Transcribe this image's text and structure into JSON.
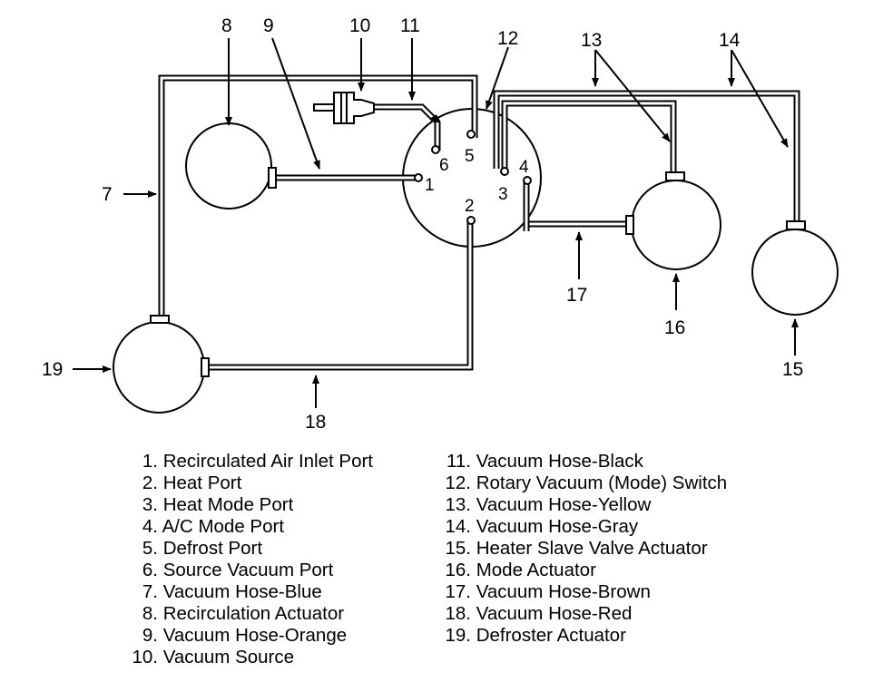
{
  "callouts": {
    "c1": "1",
    "c2": "2",
    "c3": "3",
    "c4": "4",
    "c5": "5",
    "c6": "6",
    "c7": "7",
    "c8": "8",
    "c9": "9",
    "c10": "10",
    "c11": "11",
    "c12": "12",
    "c13": "13",
    "c14": "14",
    "c15": "15",
    "c16": "16",
    "c17": "17",
    "c18": "18",
    "c19": "19"
  },
  "legend": [
    {
      "num": "1.",
      "text": "Recirculated Air Inlet Port"
    },
    {
      "num": "2.",
      "text": "Heat Port"
    },
    {
      "num": "3.",
      "text": "Heat Mode Port"
    },
    {
      "num": "4.",
      "text": "A/C Mode Port"
    },
    {
      "num": "5.",
      "text": "Defrost Port"
    },
    {
      "num": "6.",
      "text": "Source Vacuum Port"
    },
    {
      "num": "7.",
      "text": "Vacuum Hose-Blue"
    },
    {
      "num": "8.",
      "text": "Recirculation Actuator"
    },
    {
      "num": "9.",
      "text": "Vacuum Hose-Orange"
    },
    {
      "num": "10.",
      "text": "Vacuum Source"
    },
    {
      "num": "11.",
      "text": "Vacuum Hose-Black"
    },
    {
      "num": "12.",
      "text": "Rotary Vacuum (Mode) Switch"
    },
    {
      "num": "13.",
      "text": "Vacuum Hose-Yellow"
    },
    {
      "num": "14.",
      "text": "Vacuum Hose-Gray"
    },
    {
      "num": "15.",
      "text": "Heater Slave Valve Actuator"
    },
    {
      "num": "16.",
      "text": "Mode Actuator"
    },
    {
      "num": "17.",
      "text": "Vacuum Hose-Brown"
    },
    {
      "num": "18.",
      "text": "Vacuum Hose-Red"
    },
    {
      "num": "19.",
      "text": "Defroster Actuator"
    }
  ]
}
